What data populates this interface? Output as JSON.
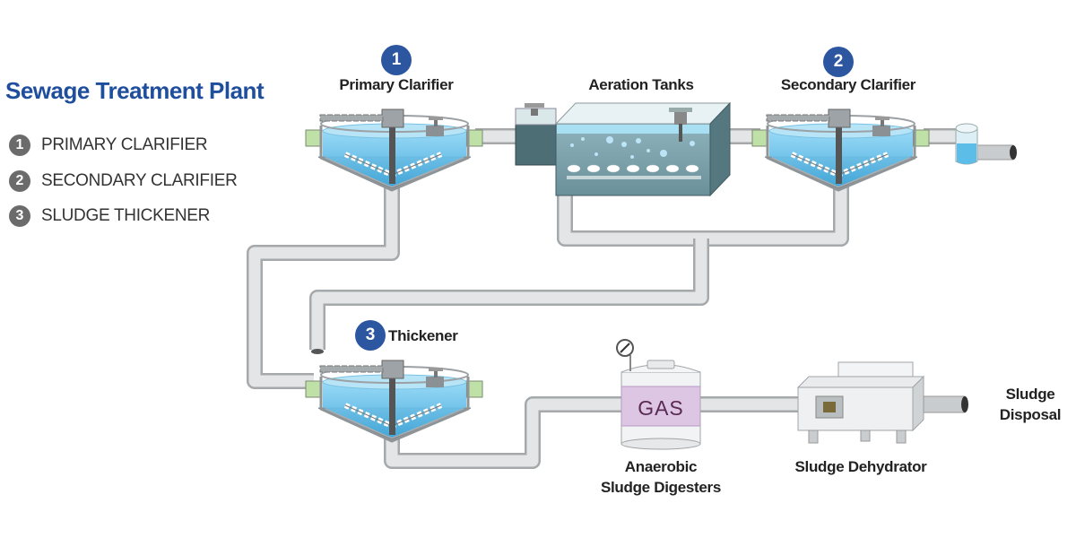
{
  "title": "Sewage Treatment Plant",
  "legend": [
    {
      "num": "1",
      "label": "PRIMARY CLARIFIER"
    },
    {
      "num": "2",
      "label": "SECONDARY CLARIFIER"
    },
    {
      "num": "3",
      "label": "SLUDGE THICKENER"
    }
  ],
  "stages": {
    "primary_clarifier": {
      "badge": "1",
      "label": "Primary Clarifier"
    },
    "aeration_tanks": {
      "label": "Aeration Tanks"
    },
    "secondary_clarifier": {
      "badge": "2",
      "label": "Secondary Clarifier"
    },
    "thickener": {
      "badge": "3",
      "label": "Thickener"
    },
    "digesters": {
      "label_line1": "Anaerobic",
      "label_line2": "Sludge Digesters",
      "tank_text": "GAS"
    },
    "dehydrator": {
      "label": "Sludge Dehydrator"
    },
    "disposal": {
      "label_line1": "Sludge",
      "label_line2": "Disposal"
    }
  },
  "colors": {
    "title": "#1f4e9c",
    "badge": "#2c56a0",
    "water": "#55b8e6",
    "pipe": "#c9ccce",
    "gas_band": "#d9c3e0"
  }
}
